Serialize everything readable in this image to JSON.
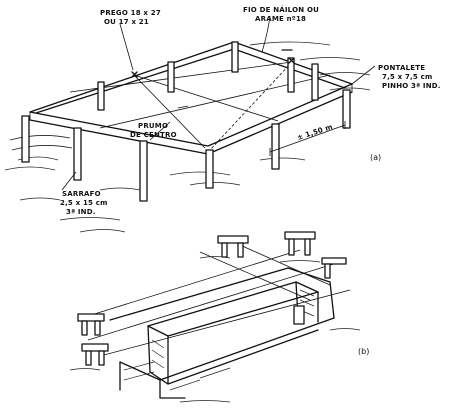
{
  "figure_a": {
    "label": "(a)",
    "pregos": [
      "PREGO 18 x 27",
      "OU 17 x 21"
    ],
    "fio": [
      "FIO DE NÁILON OU",
      "ARAME nº18"
    ],
    "pontalete": [
      "PONTALETE",
      "7,5 x 7,5 cm",
      "PINHO 3ª IND."
    ],
    "prumo": [
      "PRUMO",
      "DE CENTRO"
    ],
    "sarrafo": [
      "SARRAFO",
      "2,5 x 15 cm",
      "3ª IND."
    ],
    "dimension": "± 1,50 m"
  },
  "figure_b": {
    "label": "(b)"
  }
}
